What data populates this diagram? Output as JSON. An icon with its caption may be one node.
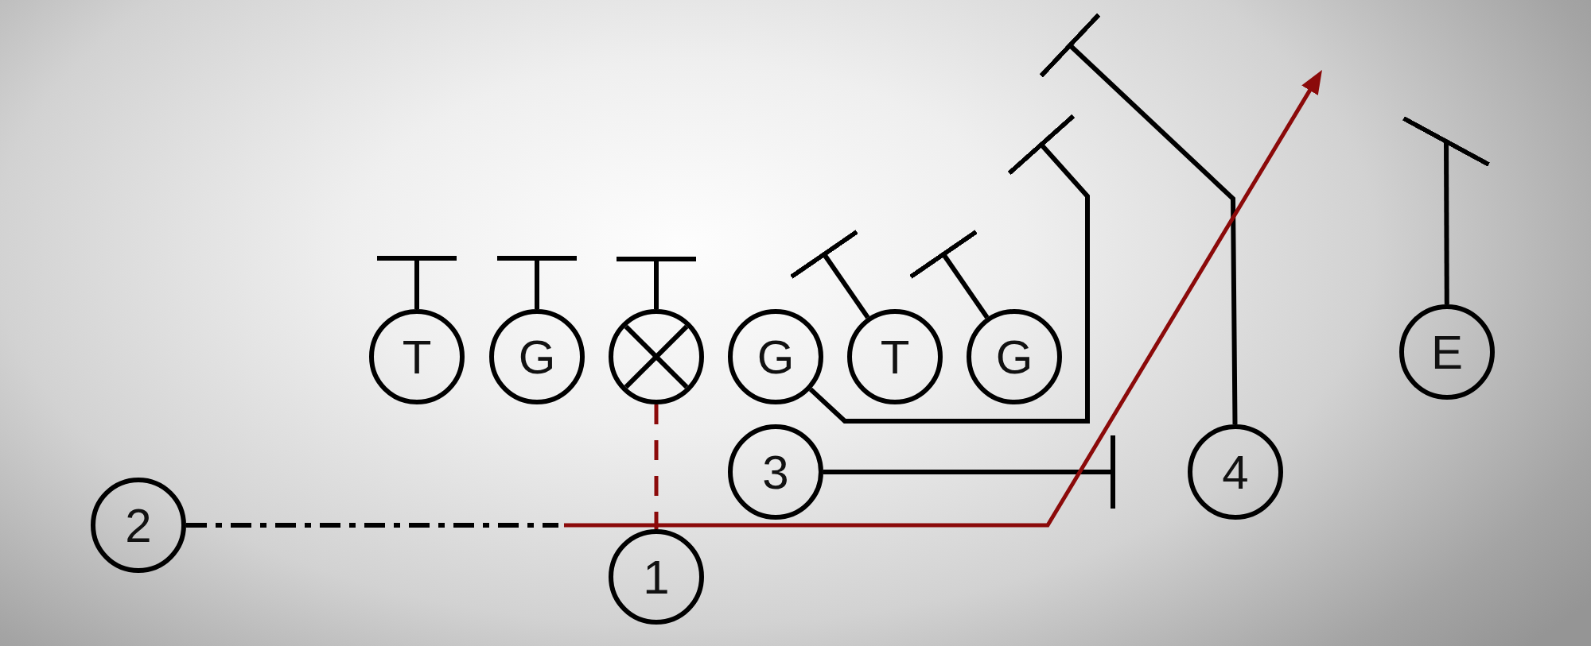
{
  "diagram": {
    "nodes": [
      {
        "text": [
          "T"
        ]
      },
      {
        "text": [
          "G"
        ]
      },
      {
        "text": [],
        "shape": "circle"
      },
      {
        "text": [
          "G"
        ]
      },
      {
        "text": [
          "T"
        ]
      },
      {
        "text": [
          "G"
        ]
      },
      {
        "text": [
          "E"
        ]
      },
      {
        "text": [
          "3"
        ]
      },
      {
        "text": [
          "4"
        ]
      },
      {
        "text": [
          "2"
        ]
      },
      {
        "text": [
          "1"
        ]
      }
    ],
    "edges": [
      {
        "from": 0,
        "to": null,
        "arrow": "other"
      },
      {
        "from": 1,
        "to": null,
        "arrow": "other"
      },
      {
        "from": 2,
        "to": null,
        "arrow": "other"
      },
      {
        "from": 4,
        "to": null,
        "arrow": "other"
      },
      {
        "from": 5,
        "to": null,
        "arrow": "other"
      },
      {
        "from": 3,
        "to": null,
        "arrow": "other"
      },
      {
        "from": 6,
        "to": null,
        "arrow": "other"
      },
      {
        "from": 8,
        "to": null,
        "arrow": "other"
      },
      {
        "from": 7,
        "to": null,
        "arrow": "other"
      },
      {
        "from": 2,
        "to": 10,
        "arrow": "none",
        "style": "dashed",
        "color": "#8b0a0a"
      },
      {
        "from": 9,
        "to": null,
        "arrow": "to",
        "color": "#8b0a0a"
      }
    ]
  }
}
